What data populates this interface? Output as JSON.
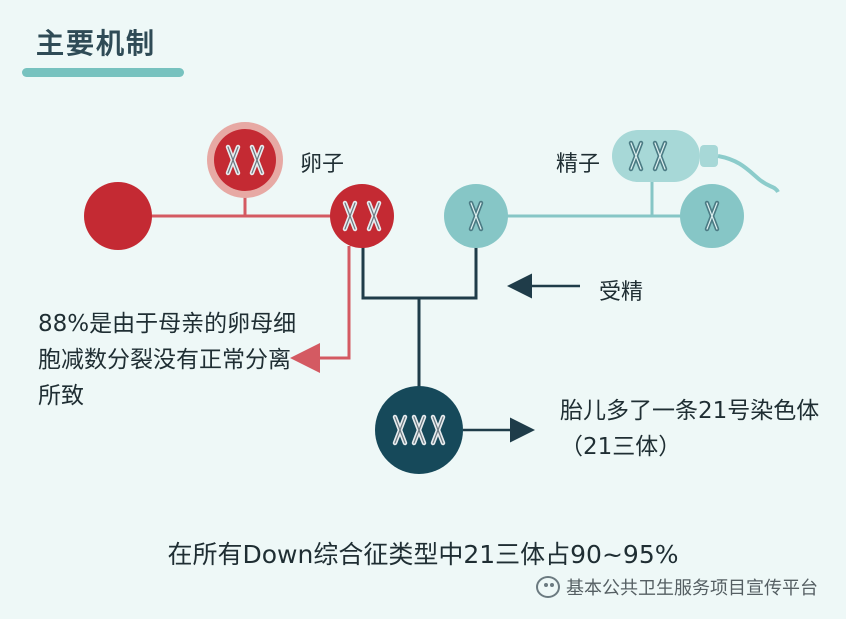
{
  "header": {
    "title": "主要机制"
  },
  "labels": {
    "egg": "卵子",
    "sperm": "精子",
    "fertilization": "受精"
  },
  "notes": {
    "maternal": "88%是由于母亲的卵母细胞减数分裂没有正常分离所致",
    "fetus": "胎儿多了一条21号染色体（21三体）"
  },
  "footer": "在所有Down综合征类型中21三体占90~95%",
  "watermark": "基本公共卫生服务项目宣传平台",
  "colors": {
    "maternal_red": "#c42a33",
    "maternal_line": "#d45a62",
    "paternal_teal": "#86c6c6",
    "embryo_dark": "#16495a",
    "connector_dark": "#1f3c49",
    "background": "#eef8f7"
  },
  "icons": [
    "chromosome-icon",
    "arrow-left-icon",
    "wechat-icon"
  ]
}
